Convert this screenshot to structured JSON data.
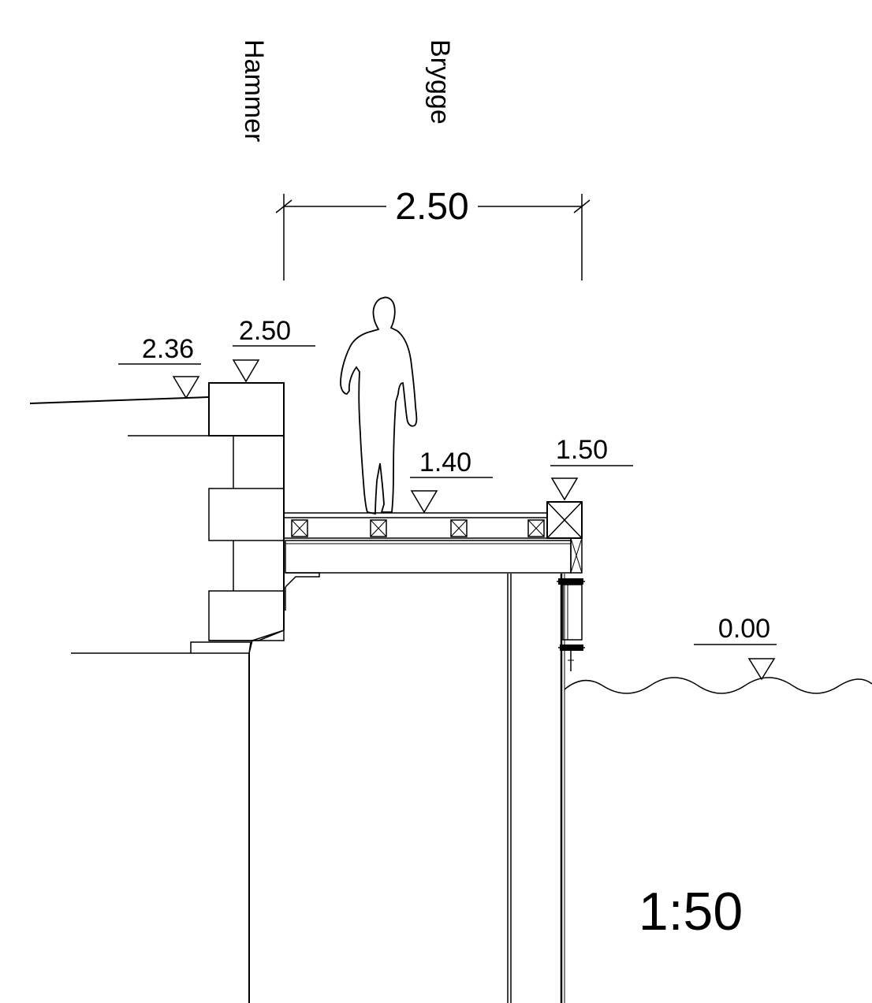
{
  "labels": {
    "hammer": "Hammer",
    "brygge": "Brygge"
  },
  "dimension": {
    "width_label": "2.50"
  },
  "levels": {
    "terrain": "2.36",
    "wall_top": "2.50",
    "deck": "1.40",
    "edge_beam": "1.50",
    "water": "0.00"
  },
  "scale": "1:50"
}
